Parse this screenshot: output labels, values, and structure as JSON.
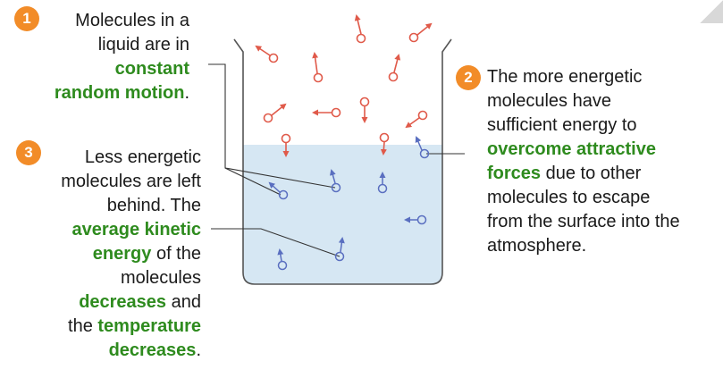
{
  "colors": {
    "badge": "#f28c28",
    "highlight": "#2e8b1e",
    "liquid": "#d6e7f3",
    "beaker_outline": "#555555",
    "gas_molecule": "#e05a4a",
    "liquid_molecule": "#5a6fc0"
  },
  "callouts": [
    {
      "number": "1",
      "lines": [
        [
          {
            "t": "Molecules in a",
            "hl": false
          }
        ],
        [
          {
            "t": "liquid are in",
            "hl": false
          }
        ],
        [
          {
            "t": "constant",
            "hl": true
          }
        ],
        [
          {
            "t": "random motion",
            "hl": true
          },
          {
            "t": ".",
            "hl": false
          }
        ]
      ]
    },
    {
      "number": "2",
      "lines": [
        [
          {
            "t": "The more energetic",
            "hl": false
          }
        ],
        [
          {
            "t": "molecules have",
            "hl": false
          }
        ],
        [
          {
            "t": "sufficient energy to",
            "hl": false
          }
        ],
        [
          {
            "t": "overcome attractive",
            "hl": true
          }
        ],
        [
          {
            "t": "forces",
            "hl": true
          },
          {
            "t": " due to other",
            "hl": false
          }
        ],
        [
          {
            "t": "molecules to escape",
            "hl": false
          }
        ],
        [
          {
            "t": "from the surface into the",
            "hl": false
          }
        ],
        [
          {
            "t": "atmosphere.",
            "hl": false
          }
        ]
      ]
    },
    {
      "number": "3",
      "lines": [
        [
          {
            "t": "Less energetic",
            "hl": false
          }
        ],
        [
          {
            "t": "molecules are left",
            "hl": false
          }
        ],
        [
          {
            "t": "behind. The",
            "hl": false
          }
        ],
        [
          {
            "t": "average kinetic",
            "hl": true
          }
        ],
        [
          {
            "t": "energy",
            "hl": true
          },
          {
            "t": " of the",
            "hl": false
          }
        ],
        [
          {
            "t": "molecules",
            "hl": false
          }
        ],
        [
          {
            "t": "decreases",
            "hl": true
          },
          {
            "t": " and",
            "hl": false
          }
        ],
        [
          {
            "t": "the ",
            "hl": false
          },
          {
            "t": "temperature",
            "hl": true
          }
        ],
        [
          {
            "t": "decreases",
            "hl": true
          },
          {
            "t": ".",
            "hl": false
          }
        ]
      ]
    }
  ]
}
